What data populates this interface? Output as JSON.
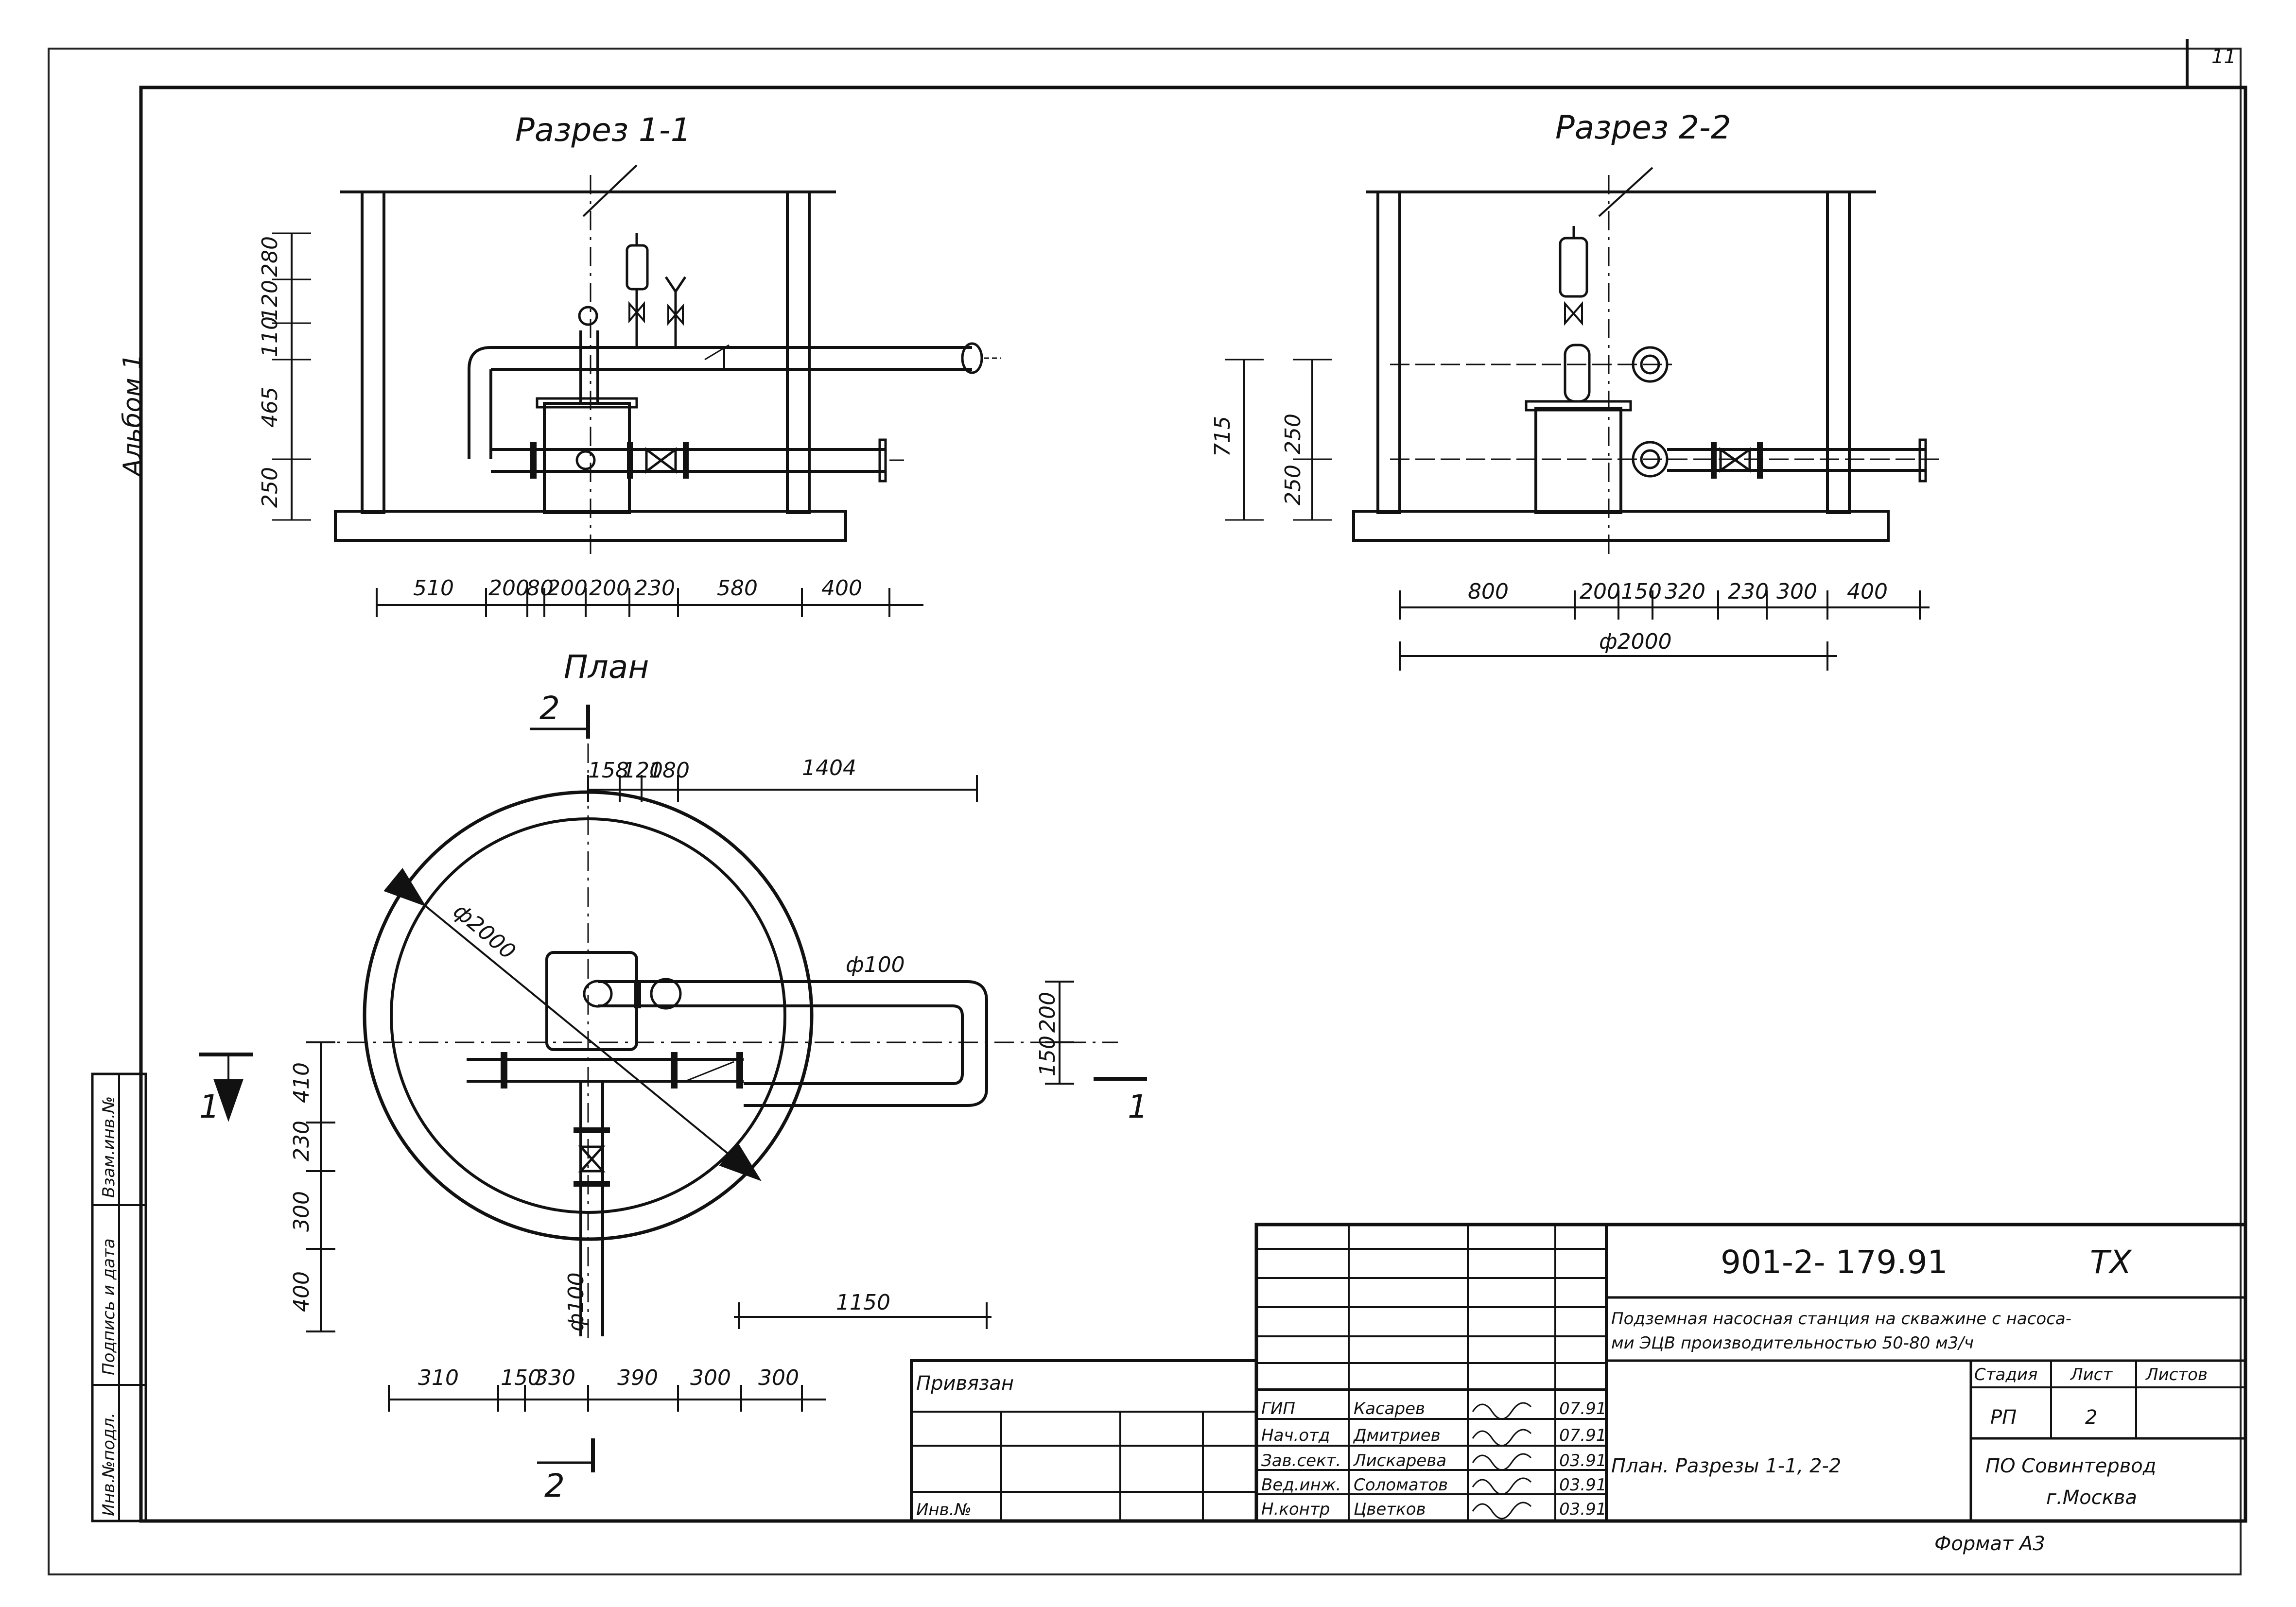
{
  "sheet": {
    "sheet_number": "11",
    "album": "Альбом 1",
    "format_label": "Формат А3"
  },
  "views": {
    "section_1": {
      "title": "Разрез 1-1",
      "dims_h": [
        "510",
        "200",
        "80",
        "200",
        "200",
        "230",
        "580",
        "400"
      ],
      "dims_v": [
        "250",
        "465",
        "110",
        "120",
        "280"
      ]
    },
    "section_2": {
      "title": "Разрез 2-2",
      "dims_h": [
        "800",
        "200",
        "150",
        "320",
        "230",
        "300",
        "400"
      ],
      "dims_v": [
        "250",
        "250",
        "715"
      ],
      "diameter": "ф2000"
    },
    "plan": {
      "title": "План",
      "dims_top": [
        "158",
        "120",
        "180",
        "1404"
      ],
      "dims_bottom": [
        "310",
        "150",
        "330",
        "390",
        "300",
        "300"
      ],
      "dims_left": [
        "410",
        "230",
        "300",
        "400"
      ],
      "dims_right": [
        "150",
        "200"
      ],
      "dim_1150": "1150",
      "diameter_main": "ф2000",
      "pipe_d1": "ф100",
      "pipe_d2": "ф100",
      "cut_1": "1",
      "cut_2": "2"
    }
  },
  "side_stamp": {
    "labels": [
      "Взам.инв.№",
      "Подпись и дата",
      "Инв.№подл."
    ]
  },
  "title_block": {
    "code": "901-2- 179.91",
    "mark": "ТХ",
    "description_line1": "Подземная насосная станция на скважине с насоса-",
    "description_line2": "ми ЭЦВ производительностью  50-80 м3/ч",
    "stage_label": "Стадия",
    "sheet_label": "Лист",
    "sheets_label": "Листов",
    "stage_value": "РП",
    "sheet_value": "2",
    "sheet_title": "План.   Разрезы 1-1, 2-2",
    "org_line1": "ПО Совинтервод",
    "org_line2": "г.Москва",
    "privyazan": "Привязан",
    "inv_no": "Инв.№",
    "signatures": [
      {
        "role": "ГИП",
        "name": "Касарев",
        "date": "07.91"
      },
      {
        "role": "Нач.отд",
        "name": "Дмитриев",
        "date": "07.91"
      },
      {
        "role": "Зав.сект.",
        "name": "Лискарева",
        "date": "03.91"
      },
      {
        "role": "Вед.инж.",
        "name": "Соломатов",
        "date": "03.91"
      },
      {
        "role": "Н.контр",
        "name": "Цветков",
        "date": "03.91"
      }
    ]
  }
}
